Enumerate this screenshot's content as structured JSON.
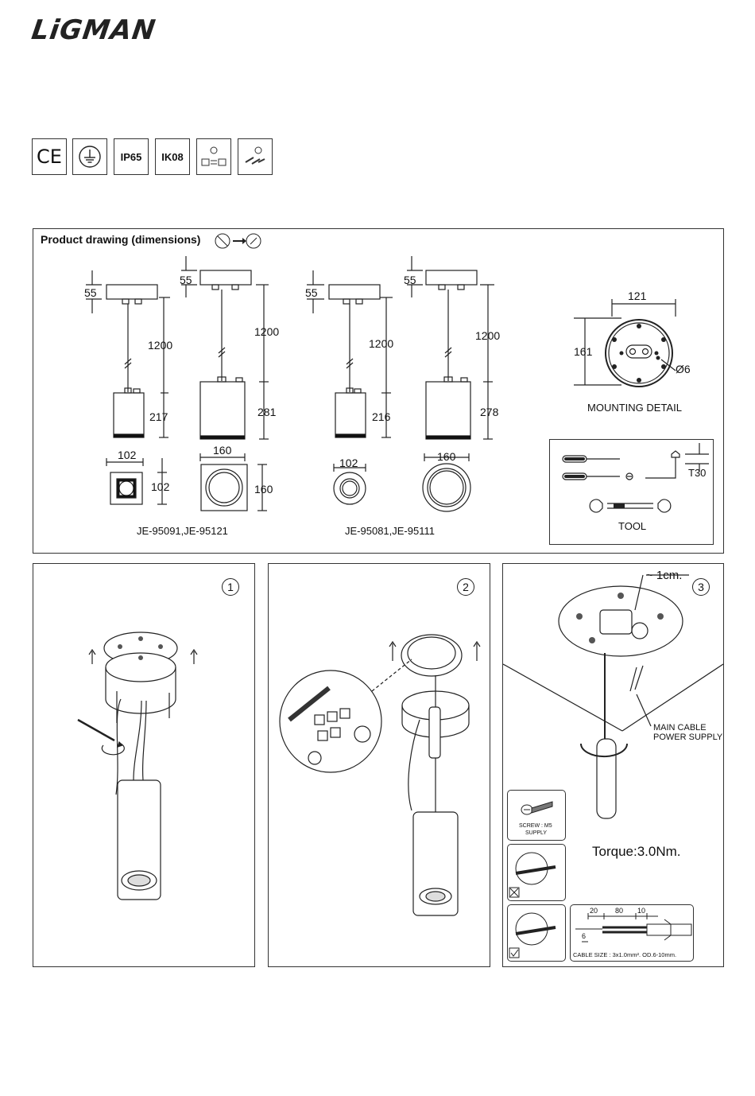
{
  "brand": {
    "name": "LiGMAN"
  },
  "certifications": [
    "CE",
    "earth-icon",
    "IP65",
    "IK08",
    "installation-icon",
    "connection-icon"
  ],
  "product_drawing": {
    "title": "Product drawing (dimensions)",
    "dims": {
      "a_top": "55",
      "a_cable": "1200",
      "a_body": "217",
      "a_w": "102",
      "a_d": "102",
      "b_top": "55",
      "b_cable": "1200",
      "b_body": "281",
      "b_w": "160",
      "b_d": "160",
      "c_top": "55",
      "c_cable": "1200",
      "c_body": "216",
      "c_w": "102",
      "d_top": "55",
      "d_cable": "1200",
      "d_body": "278",
      "d_w": "160"
    },
    "group1_models": "JE-95091,JE-95121",
    "group2_models": "JE-95081,JE-95111",
    "mounting": {
      "w": "121",
      "h": "161",
      "hole": "Ø6",
      "label": "MOUNTING DETAIL"
    },
    "tool": {
      "label": "TOOL",
      "size": "T30"
    }
  },
  "steps": {
    "s1": "1",
    "s2": "2",
    "s3": "3",
    "strip": "~ 1cm.",
    "main_cable_1": "MAIN CABLE",
    "main_cable_2": "POWER SUPPLY",
    "torque": "Torque:3.0Nm.",
    "screw_1": "SCREW : M5",
    "screw_2": "SUPPLY",
    "cable_dims": {
      "d1": "20",
      "d2": "80",
      "d3": "10",
      "d4": "6"
    },
    "cable_size": "CABLE SIZE : 3x1.0mm².  OD.6-10mm."
  }
}
